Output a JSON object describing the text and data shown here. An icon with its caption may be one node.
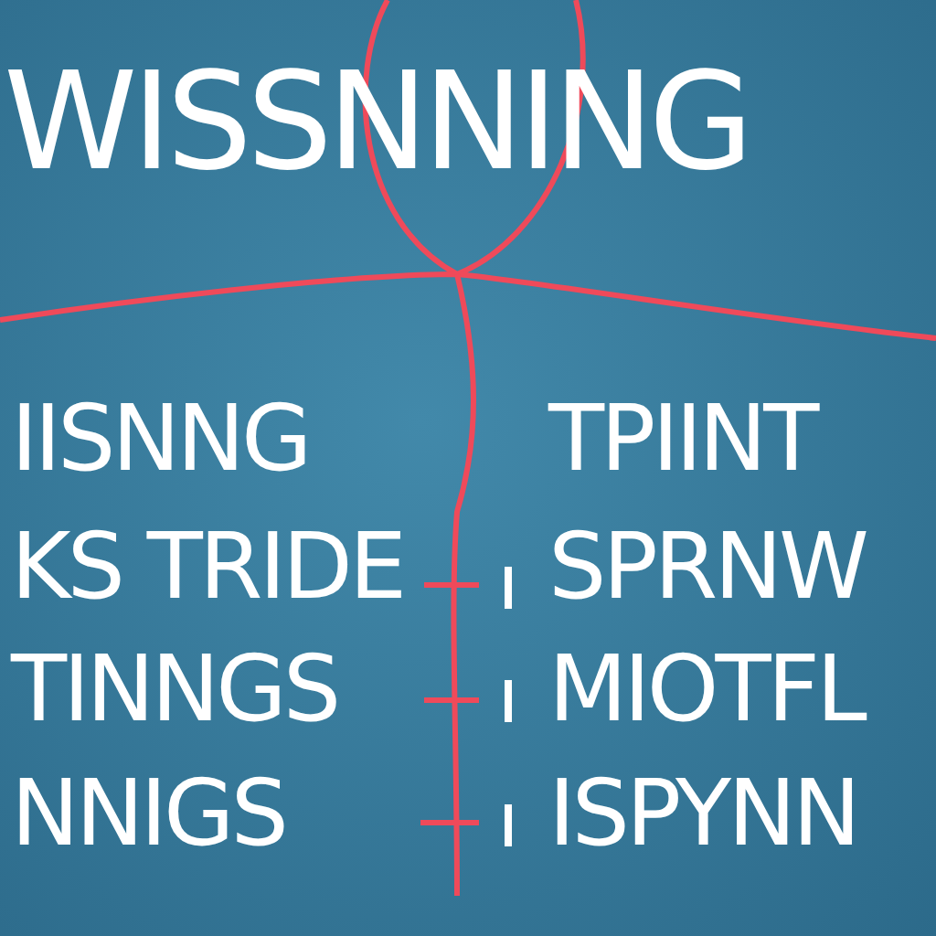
{
  "diagram": {
    "title": "WISSNNING",
    "labels": [
      "IISNNG",
      "TPIINT",
      "KS TRIDE",
      "SPRNW",
      "TINNGS",
      "MIOTFL",
      "NNIGS",
      "ISPYNN"
    ]
  }
}
